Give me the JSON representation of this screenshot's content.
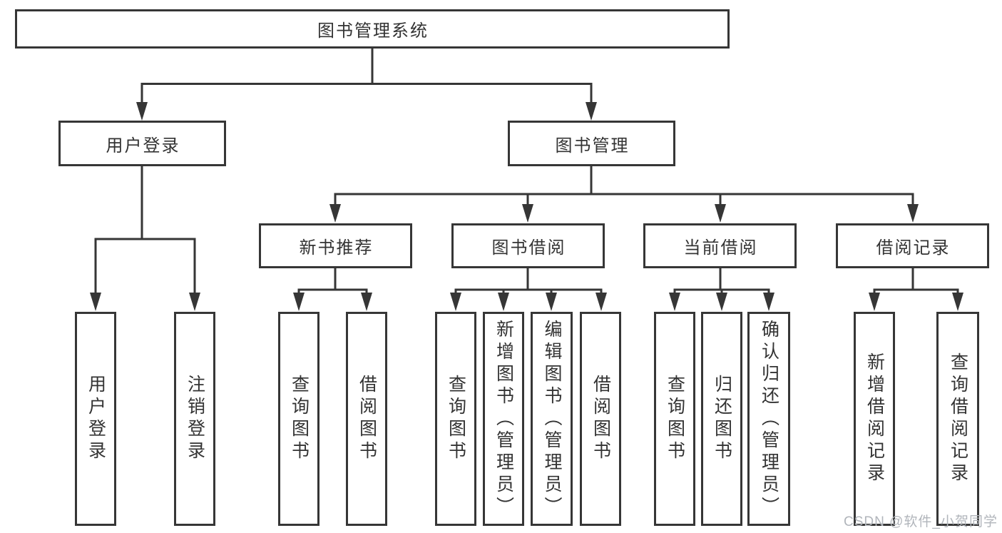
{
  "diagram": {
    "type": "hierarchy-tree",
    "colors": {
      "line": "#363636",
      "box_border": "#363636",
      "box_fill": "#ffffff",
      "text": "#333333",
      "watermark": "#b1b5bb",
      "background": "#ffffff"
    },
    "tree": {
      "label": "图书管理系统",
      "children": [
        {
          "label": "用户登录",
          "children": [
            {
              "label": "用户登录"
            },
            {
              "label": "注销登录"
            }
          ]
        },
        {
          "label": "图书管理",
          "children": [
            {
              "label": "新书推荐",
              "children": [
                {
                  "label": "查询图书"
                },
                {
                  "label": "借阅图书"
                }
              ]
            },
            {
              "label": "图书借阅",
              "children": [
                {
                  "label": "查询图书"
                },
                {
                  "label": "新增图书（管理员）"
                },
                {
                  "label": "编辑图书（管理员）"
                },
                {
                  "label": "借阅图书"
                }
              ]
            },
            {
              "label": "当前借阅",
              "children": [
                {
                  "label": "查询图书"
                },
                {
                  "label": "归还图书"
                },
                {
                  "label": "确认归还（管理员）"
                }
              ]
            },
            {
              "label": "借阅记录",
              "children": [
                {
                  "label": "新增借阅记录"
                },
                {
                  "label": "查询借阅记录"
                }
              ]
            }
          ]
        }
      ]
    },
    "watermark": {
      "text": "CSDN @软件_小贺同学"
    }
  }
}
